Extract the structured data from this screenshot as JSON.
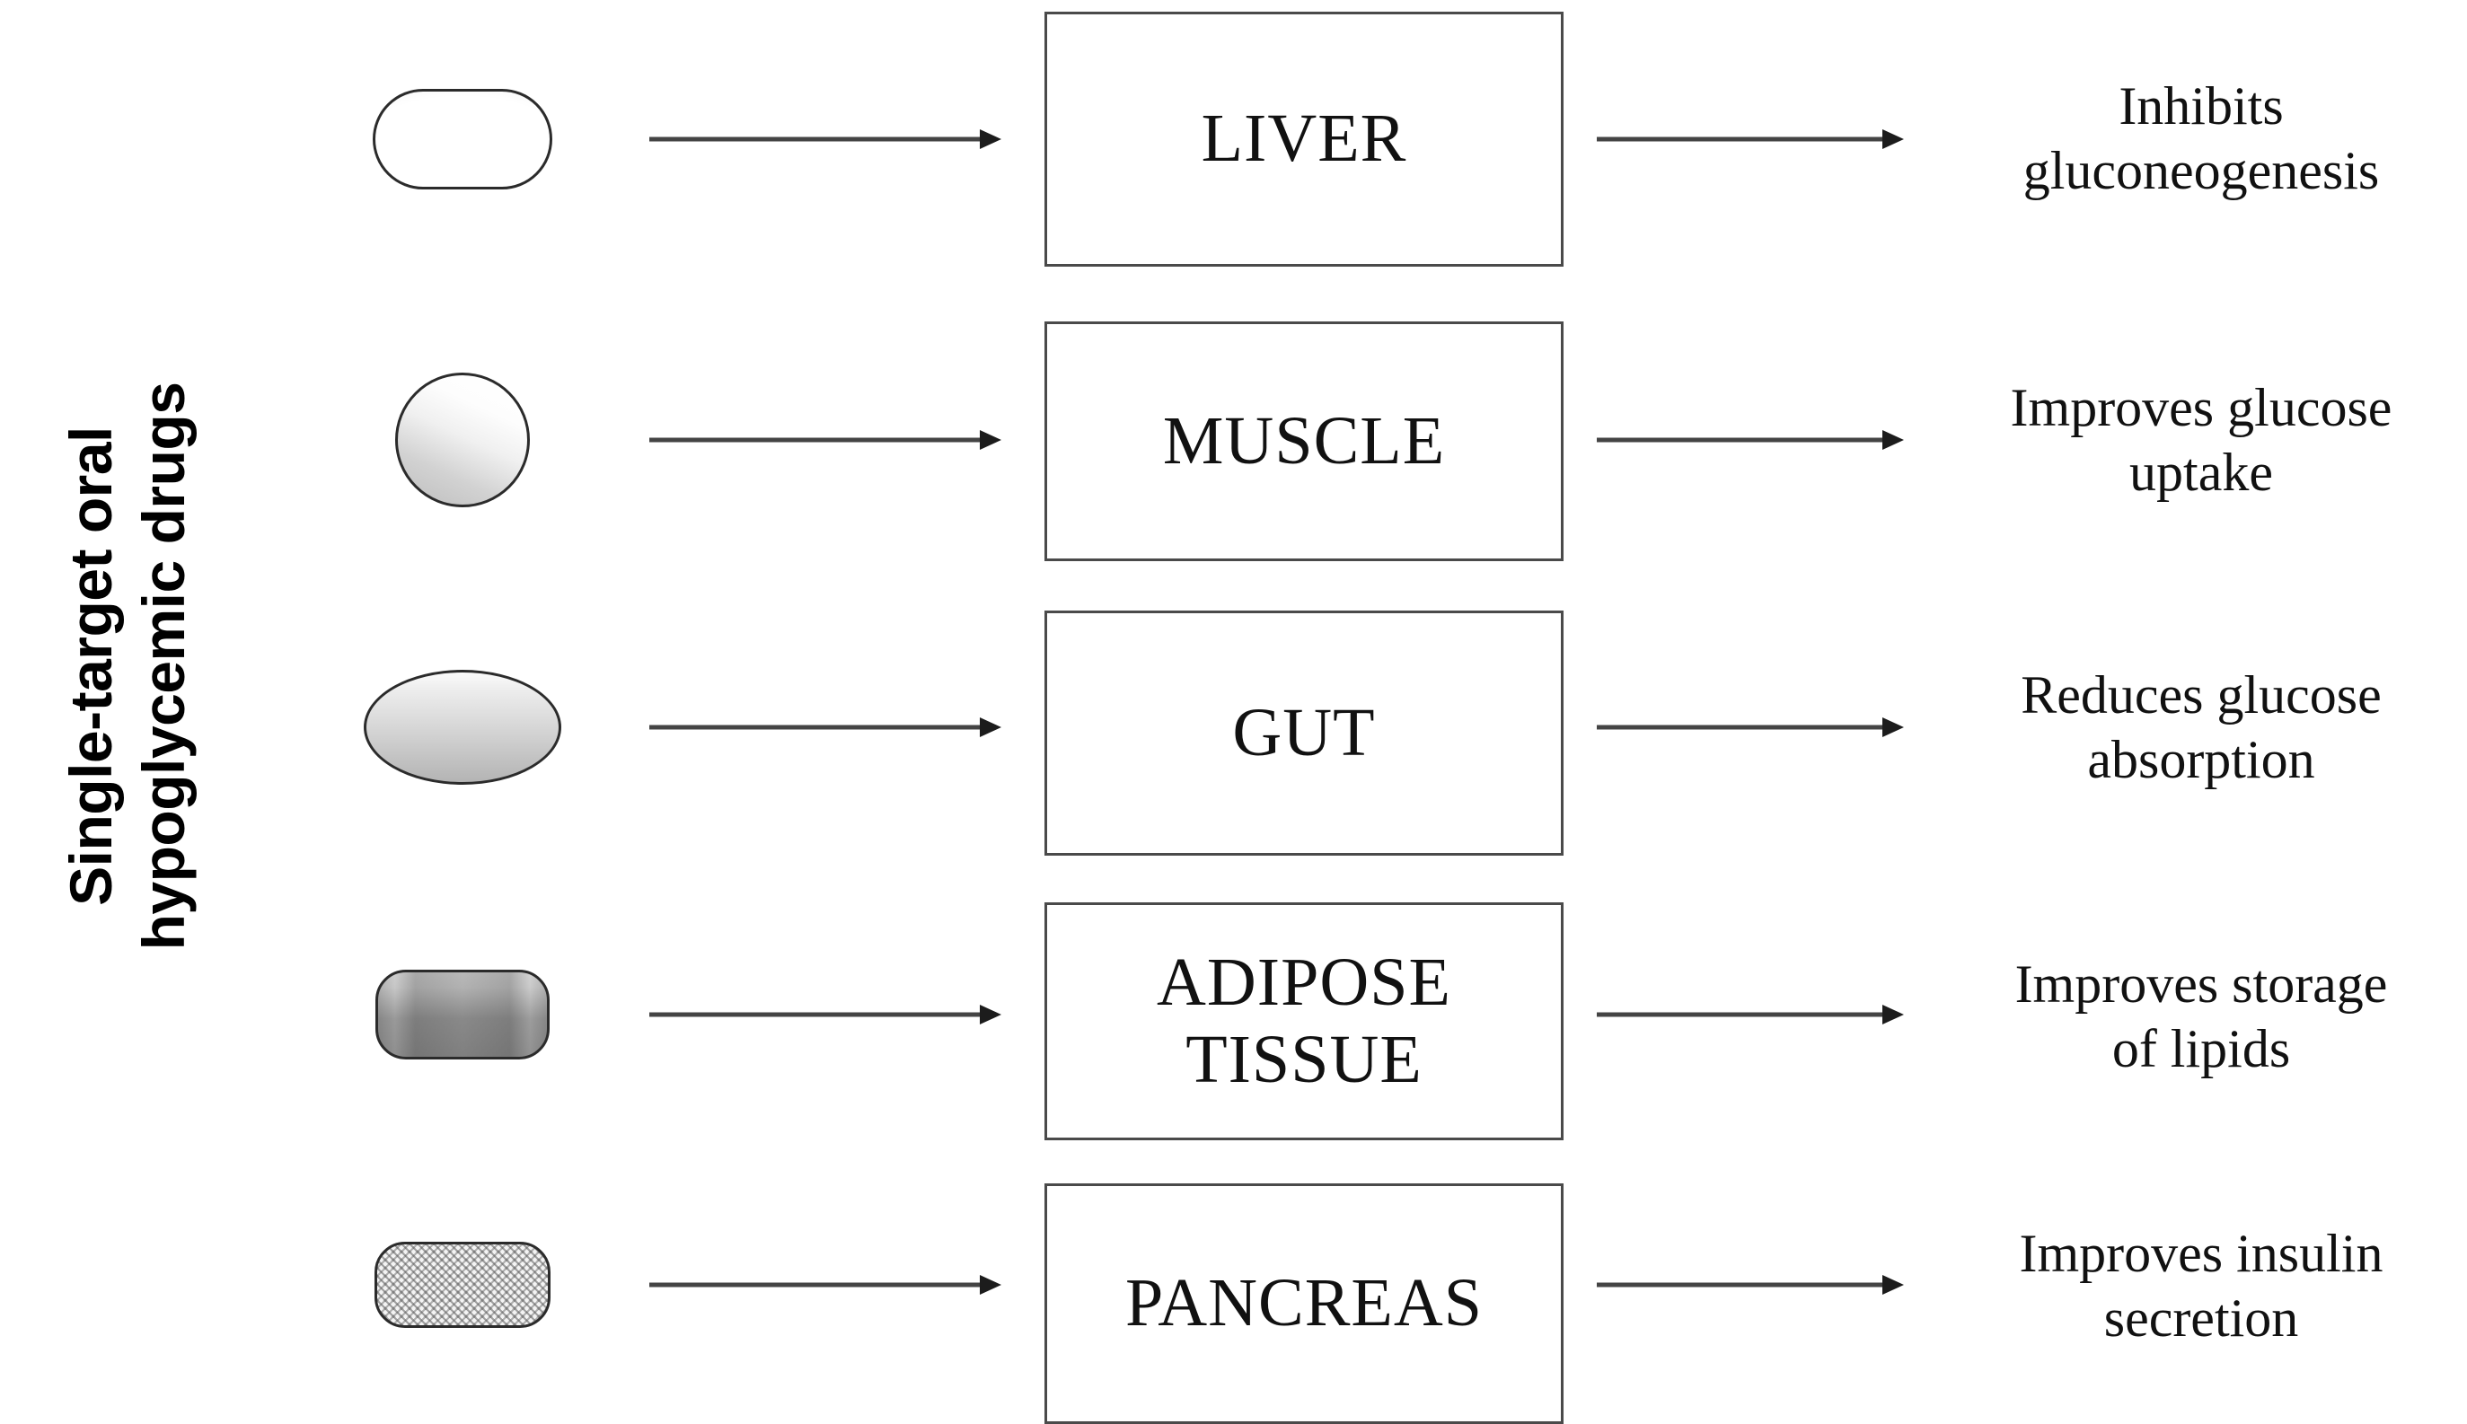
{
  "category_label": {
    "line1": "Single-target oral",
    "line2": "hypoglycemic drugs"
  },
  "colors": {
    "box_border": "#4a4a4a",
    "arrow": "#444444",
    "pill_outline": "#2b2b2b",
    "text": "#111111",
    "background": "#ffffff"
  },
  "rows": [
    {
      "drug_shape": "white-capsule-tablet",
      "organ": "LIVER",
      "effect": "Inhibits\ngluconeogenesis",
      "effect_line1": "Inhibits",
      "effect_line2": "gluconeogenesis"
    },
    {
      "drug_shape": "round-tablet",
      "organ": "MUSCLE",
      "effect": "Improves glucose\nuptake",
      "effect_line1": "Improves glucose",
      "effect_line2": "uptake"
    },
    {
      "drug_shape": "grey-ellipse-tablet",
      "organ": "GUT",
      "effect": "Reduces glucose\nabsorption",
      "effect_line1": "Reduces glucose",
      "effect_line2": "absorption"
    },
    {
      "drug_shape": "bevelled-grey-capsule",
      "organ": "ADIPOSE\nTISSUE",
      "effect": "Improves storage\nof lipids",
      "effect_line1": "Improves storage",
      "effect_line2": "of lipids"
    },
    {
      "drug_shape": "textured-capsule",
      "organ": "PANCREAS",
      "effect": "Improves insulin\nsecretion",
      "effect_line1": "Improves insulin",
      "effect_line2": "secretion"
    }
  ]
}
